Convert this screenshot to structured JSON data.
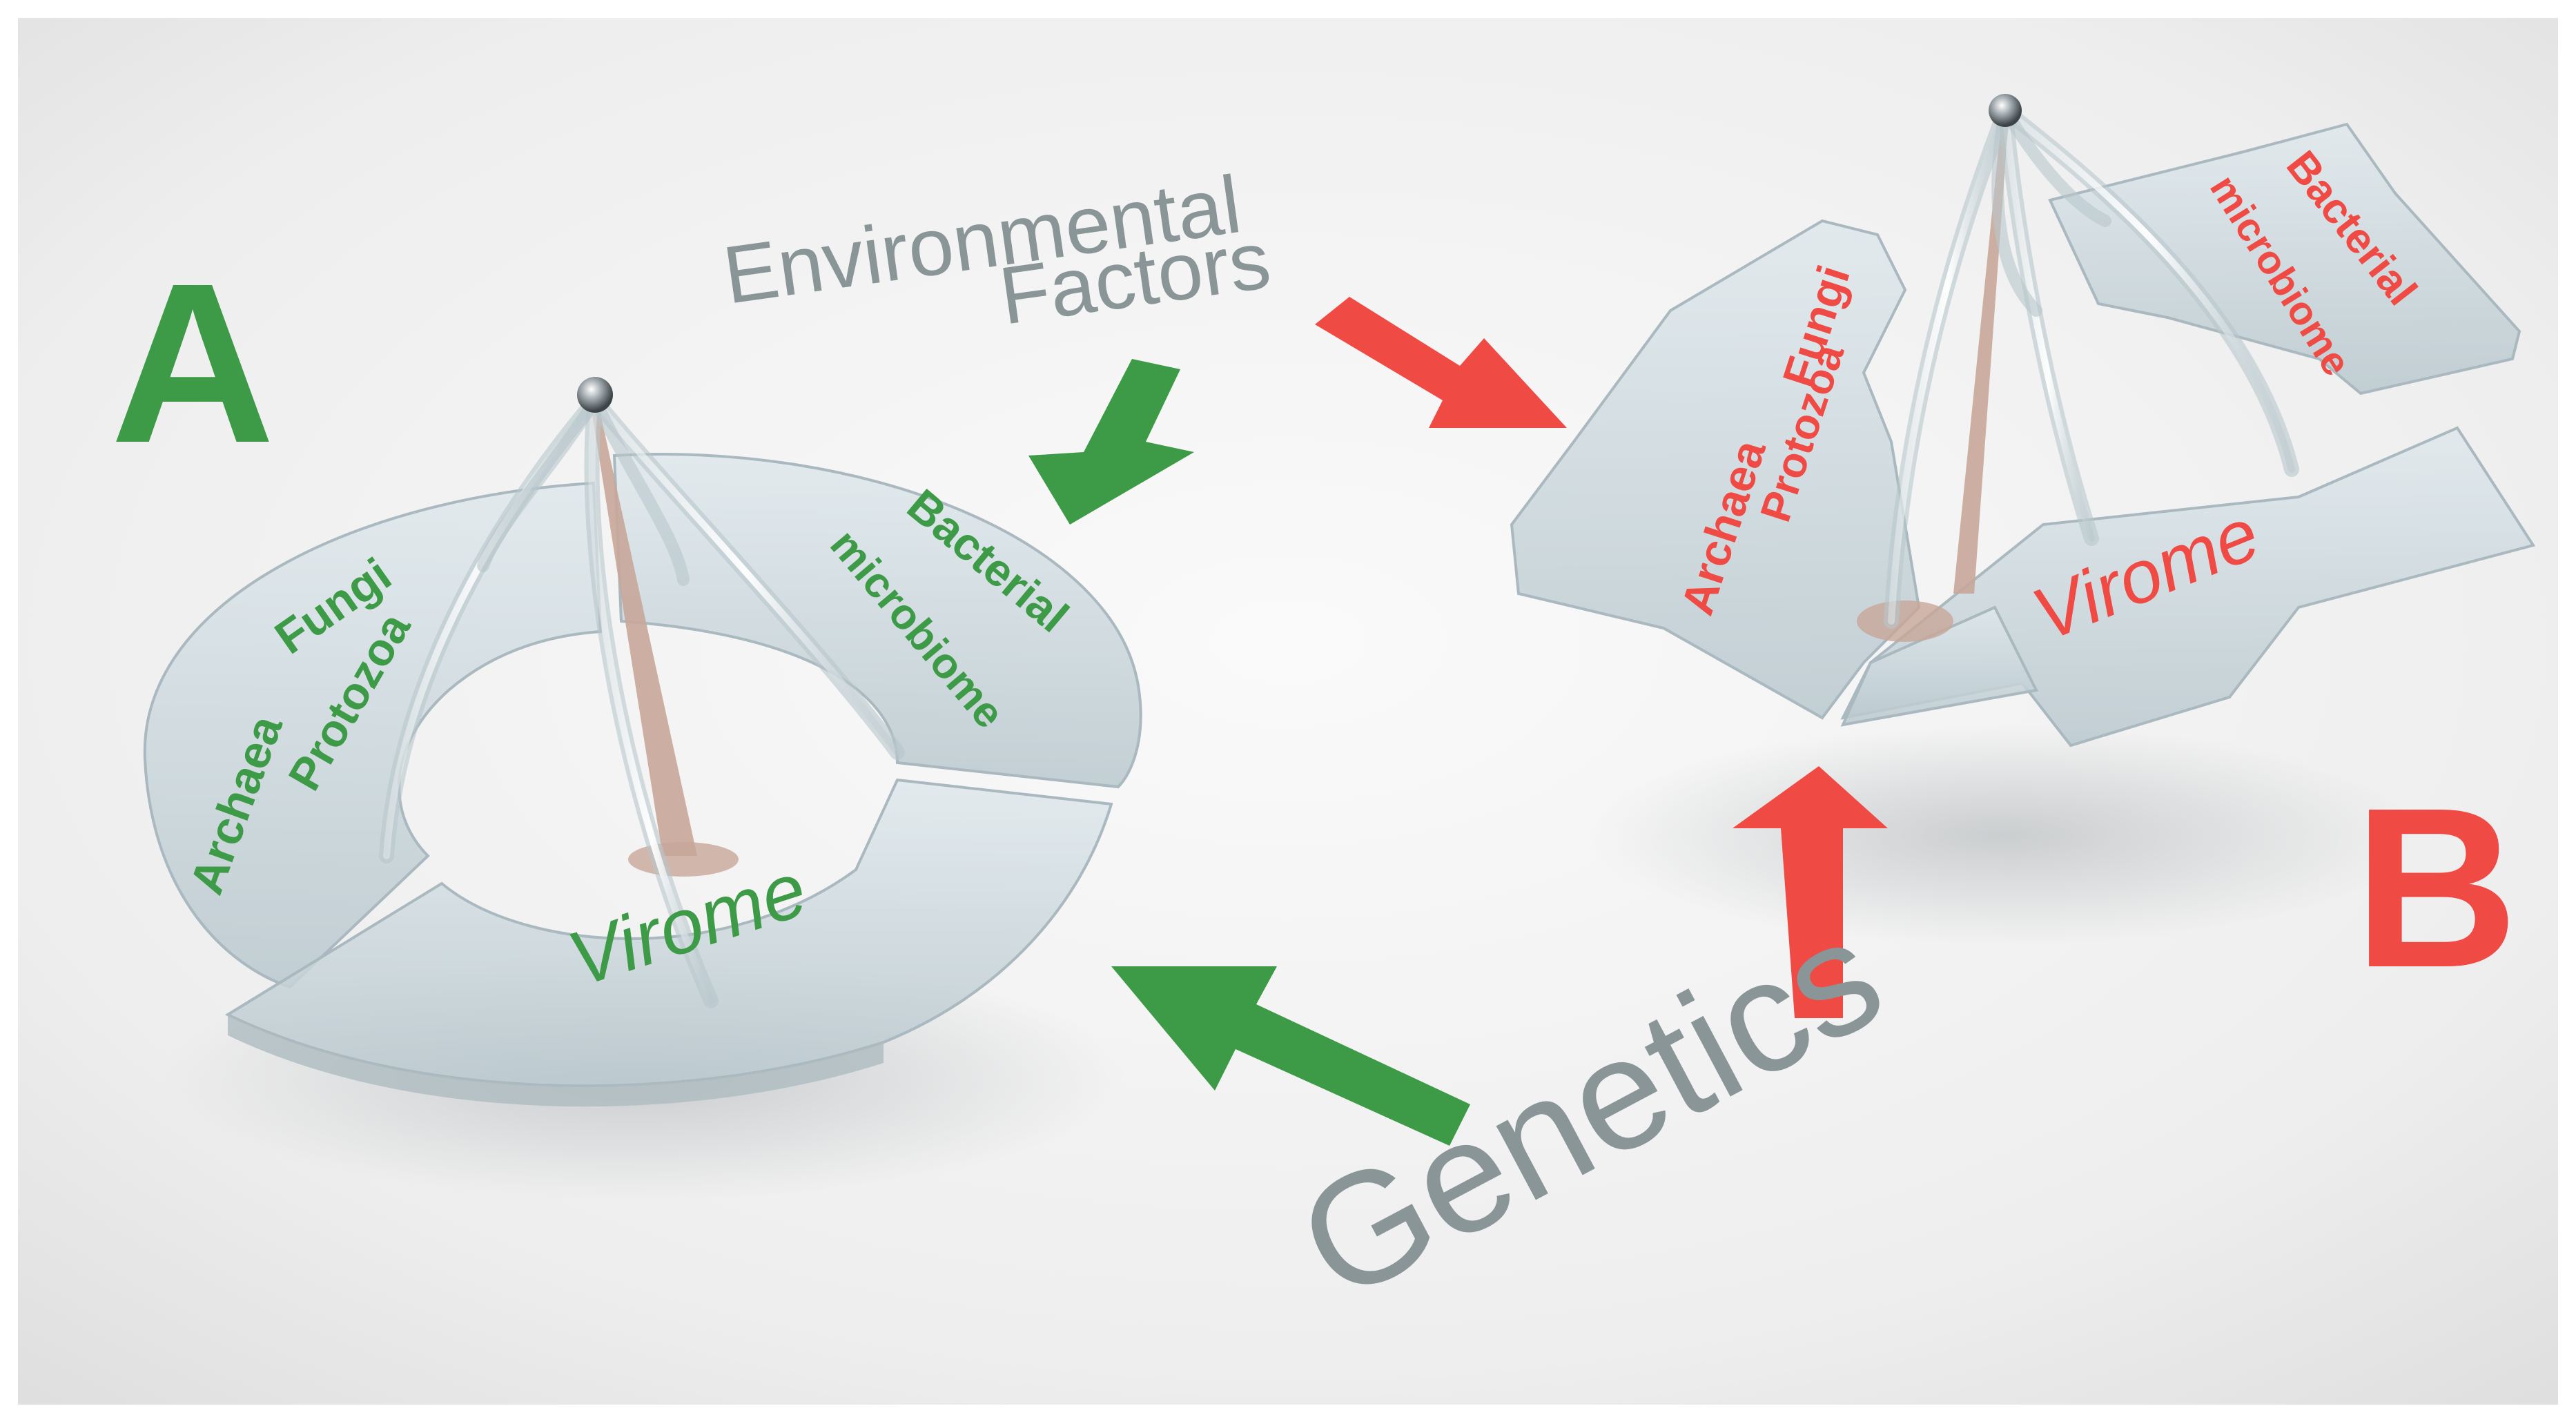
{
  "labels": {
    "panel_a": "A",
    "panel_b": "B",
    "environmental_line1": "Environmental",
    "environmental_line2": "Factors",
    "genetics": "Genetics"
  },
  "panel_a": {
    "archaea": "Archaea",
    "fungi": "Fungi",
    "protozoa": "Protozoa",
    "bacterial": "Bacterial",
    "microbiome": "microbiome",
    "virome": "Virome"
  },
  "panel_b": {
    "archaea": "Archaea",
    "fungi": "Fungi",
    "protozoa": "Protozoa",
    "bacterial": "Bacterial",
    "microbiome": "microbiome",
    "virome": "Virome"
  },
  "colors": {
    "green": "#3d9a46",
    "red": "#f04a45",
    "gray_text": "#8a9598",
    "glass": "#c9d6dc"
  }
}
